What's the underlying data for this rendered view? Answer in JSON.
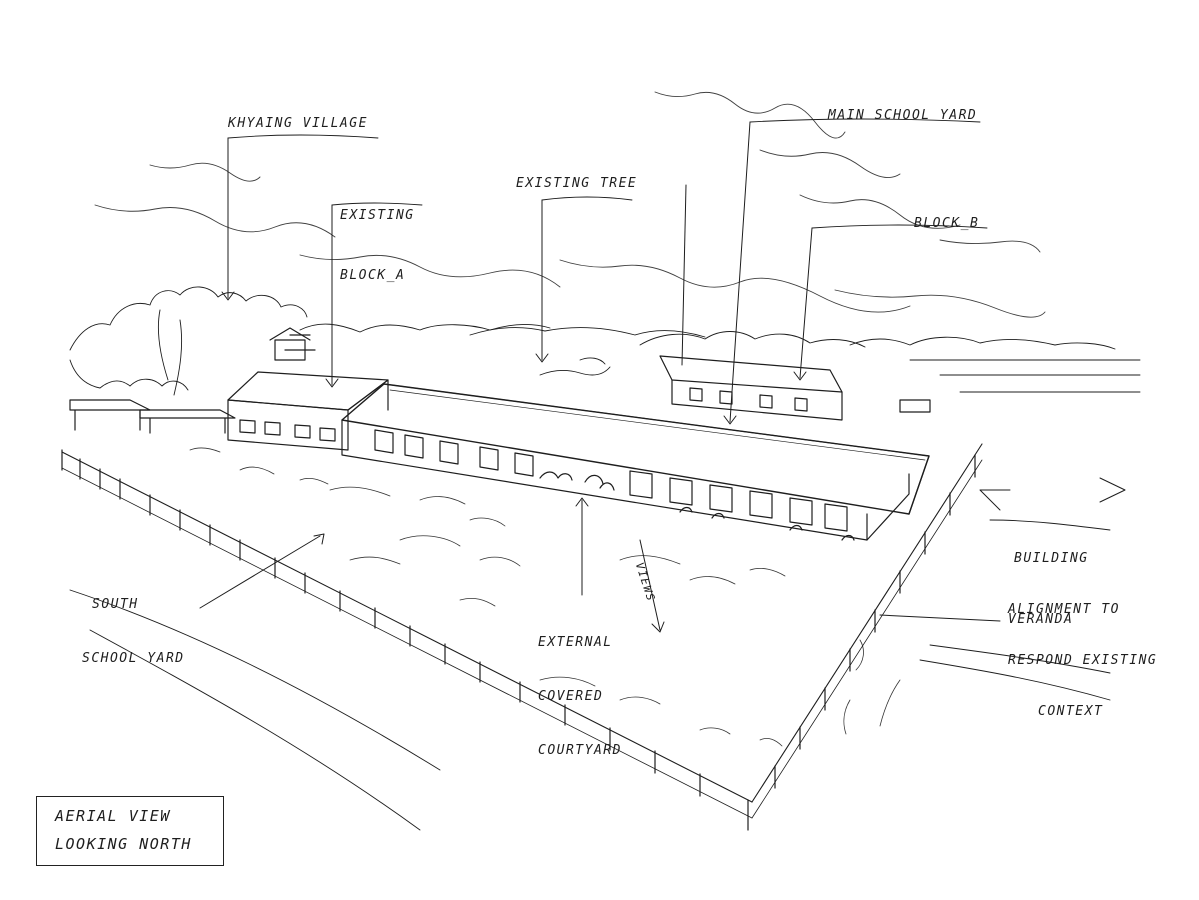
{
  "drawing": {
    "title_line1": "AERIAL VIEW",
    "title_line2": "LOOKING NORTH",
    "ink_color": "#1e1e1e",
    "paper_color": "#ffffff"
  },
  "labels": {
    "khyaing_village": "KHYAING VILLAGE",
    "existing_block_a_line1": "EXISTING",
    "existing_block_a_line2": "BLOCK_A",
    "existing_tree": "EXISTING TREE",
    "main_school_yard": "MAIN SCHOOL YARD",
    "block_b": "BLOCK_B",
    "south_school_yard_line1": "SOUTH",
    "south_school_yard_line2": "SCHOOL YARD",
    "external_courtyard_line1": "EXTERNAL",
    "external_courtyard_line2": "COVERED",
    "external_courtyard_line3": "COURTYARD",
    "views": "VIEWS",
    "building_alignment_line1": "BUILDING",
    "building_alignment_line2": "ALIGNMENT TO",
    "building_alignment_line3": "RESPOND EXISTING",
    "building_alignment_line4": "CONTEXT",
    "veranda": "VERANDA"
  }
}
